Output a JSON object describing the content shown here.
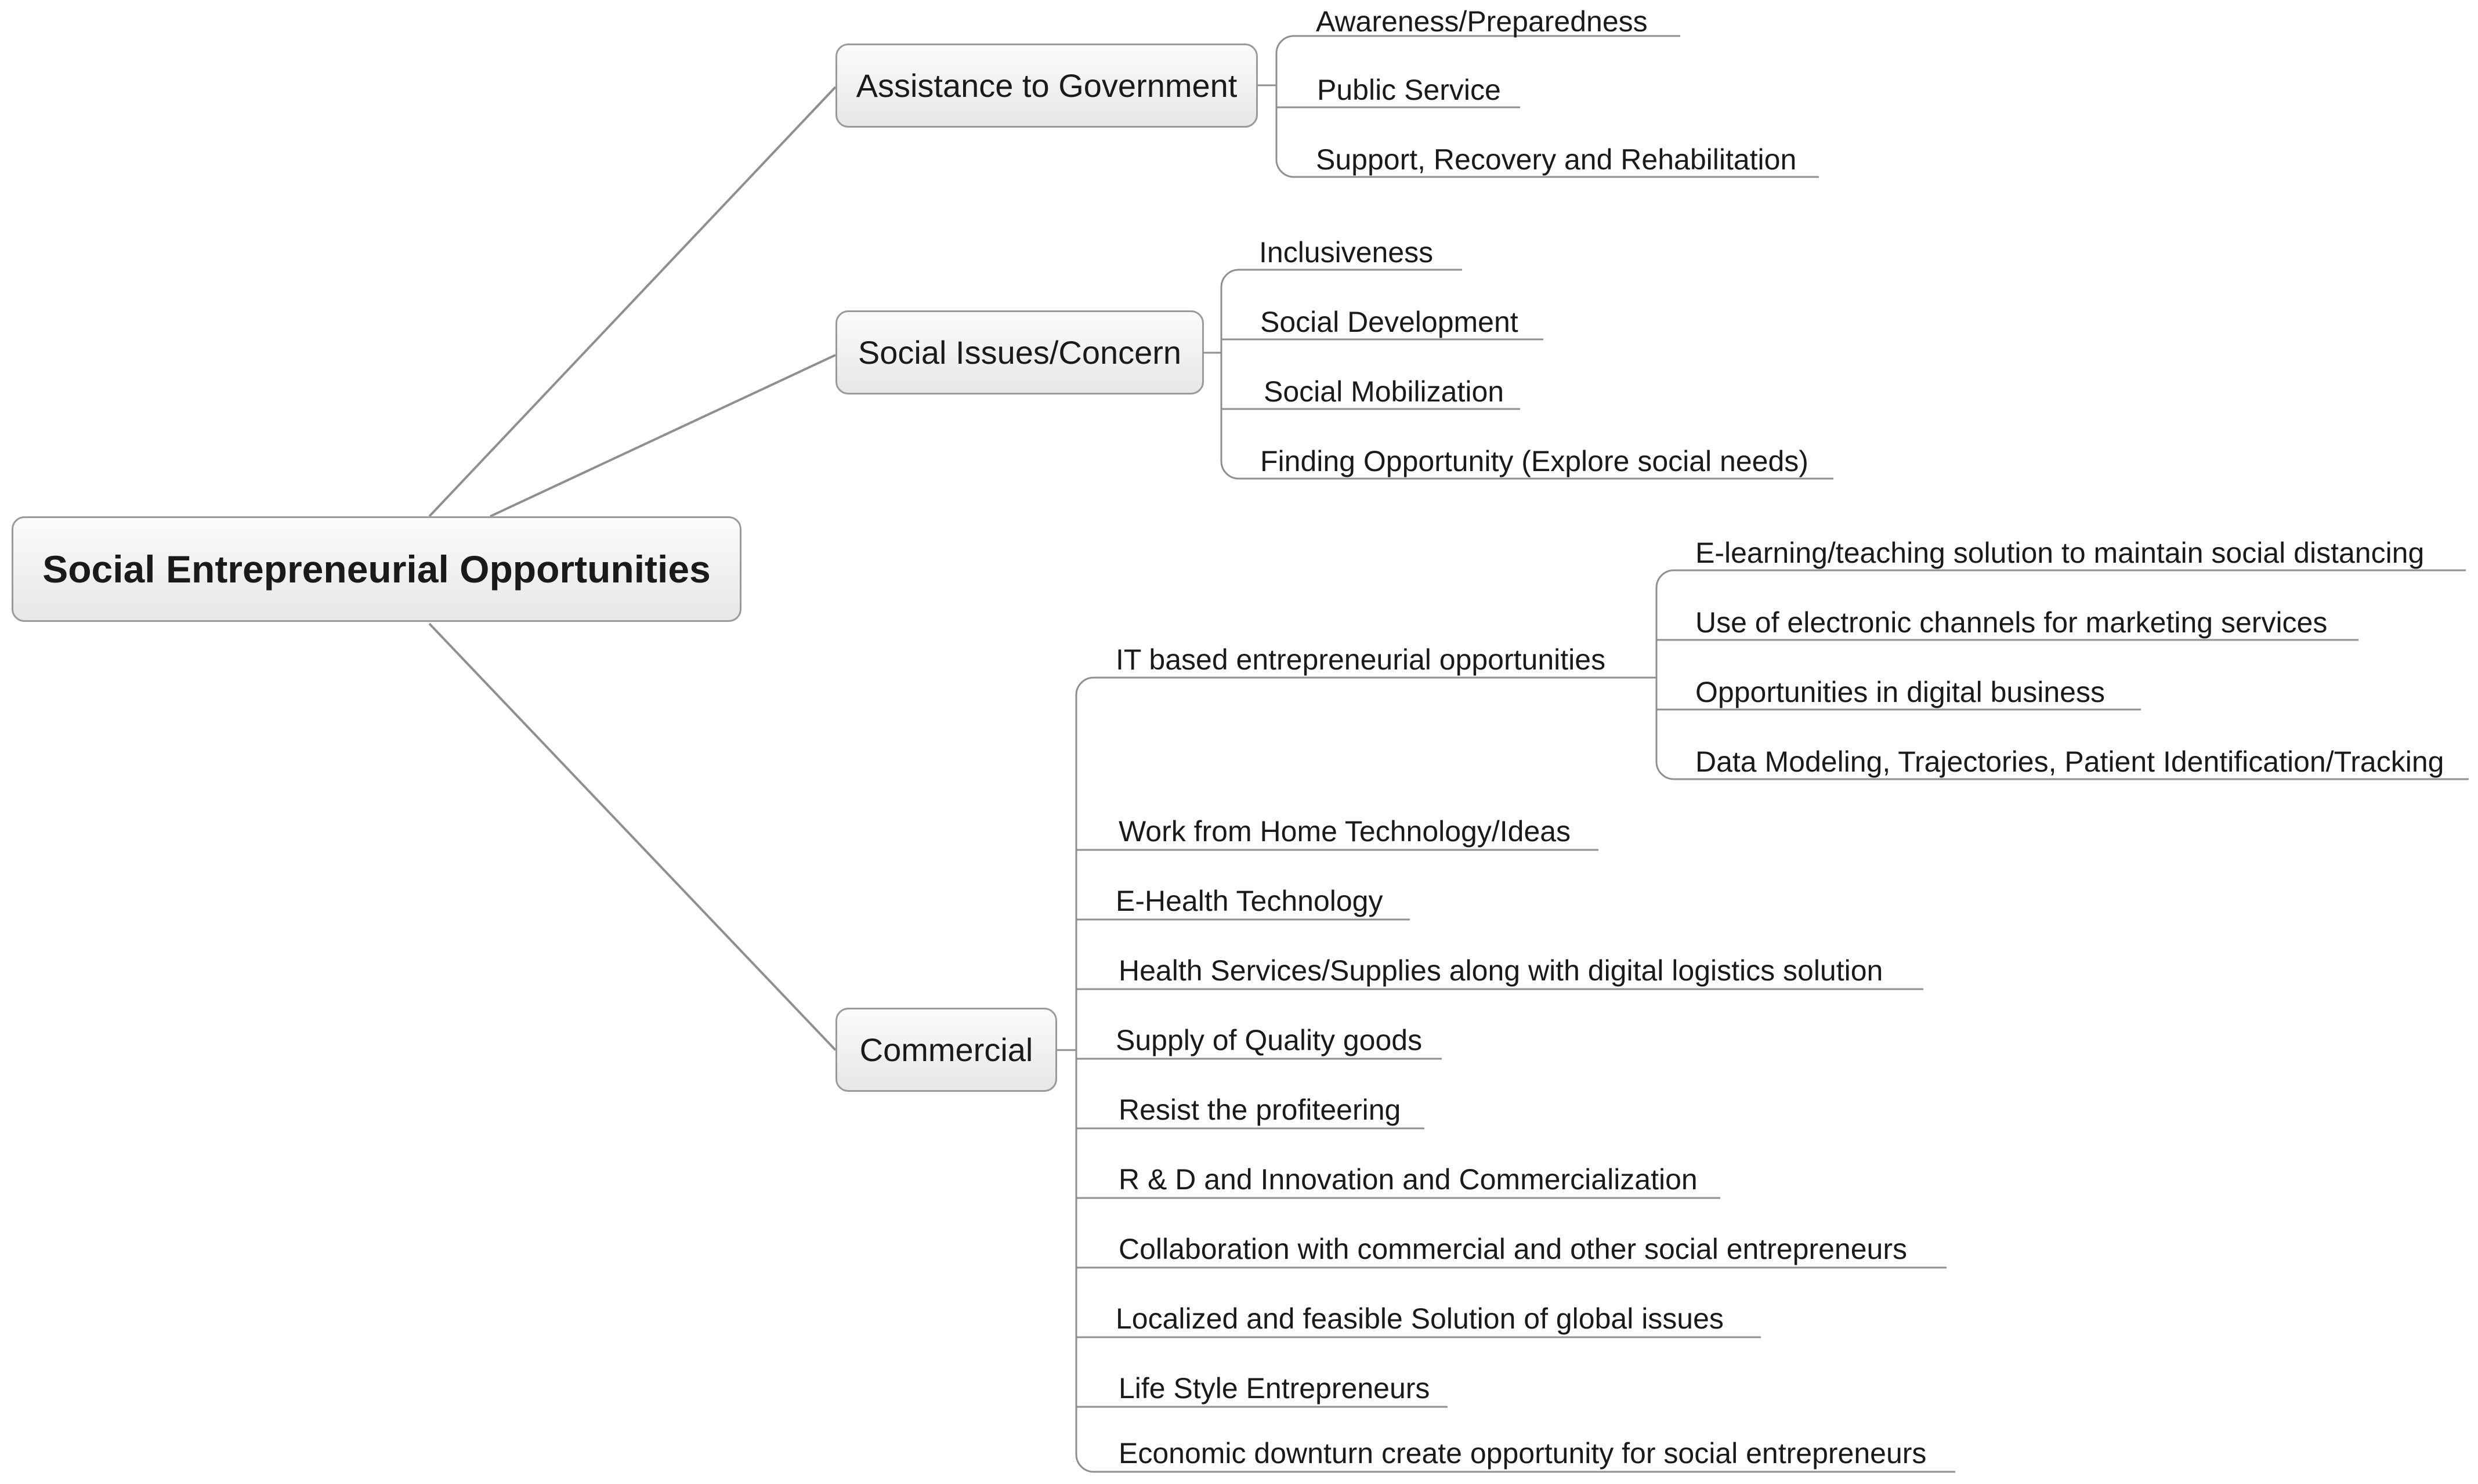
{
  "root": "Social Entrepreneurial Opportunities",
  "branches": [
    {
      "label": "Assistance to Government",
      "children": [
        {
          "label": "Awareness/Preparedness"
        },
        {
          "label": "Public Service"
        },
        {
          "label": "Support, Recovery and Rehabilitation"
        }
      ]
    },
    {
      "label": "Social Issues/Concern",
      "children": [
        {
          "label": "Inclusiveness"
        },
        {
          "label": "Social Development"
        },
        {
          "label": "Social Mobilization"
        },
        {
          "label": "Finding Opportunity (Explore social needs)"
        }
      ]
    },
    {
      "label": "Commercial",
      "children": [
        {
          "label": "IT based entrepreneurial opportunities",
          "children": [
            {
              "label": "E-learning/teaching solution to maintain social distancing"
            },
            {
              "label": "Use of electronic channels for marketing services"
            },
            {
              "label": "Opportunities in digital business"
            },
            {
              "label": "Data Modeling, Trajectories, Patient Identification/Tracking"
            }
          ]
        },
        {
          "label": "Work from Home Technology/Ideas"
        },
        {
          "label": "E-Health Technology"
        },
        {
          "label": "Health Services/Supplies along with digital logistics solution"
        },
        {
          "label": "Supply of Quality goods"
        },
        {
          "label": "Resist the profiteering"
        },
        {
          "label": "R & D and Innovation and Commercialization"
        },
        {
          "label": "Collaboration with commercial and other social entrepreneurs"
        },
        {
          "label": "Localized and feasible Solution of global issues"
        },
        {
          "label": "Life Style Entrepreneurs"
        },
        {
          "label": "Economic downturn create opportunity for social entrepreneurs"
        }
      ]
    }
  ]
}
